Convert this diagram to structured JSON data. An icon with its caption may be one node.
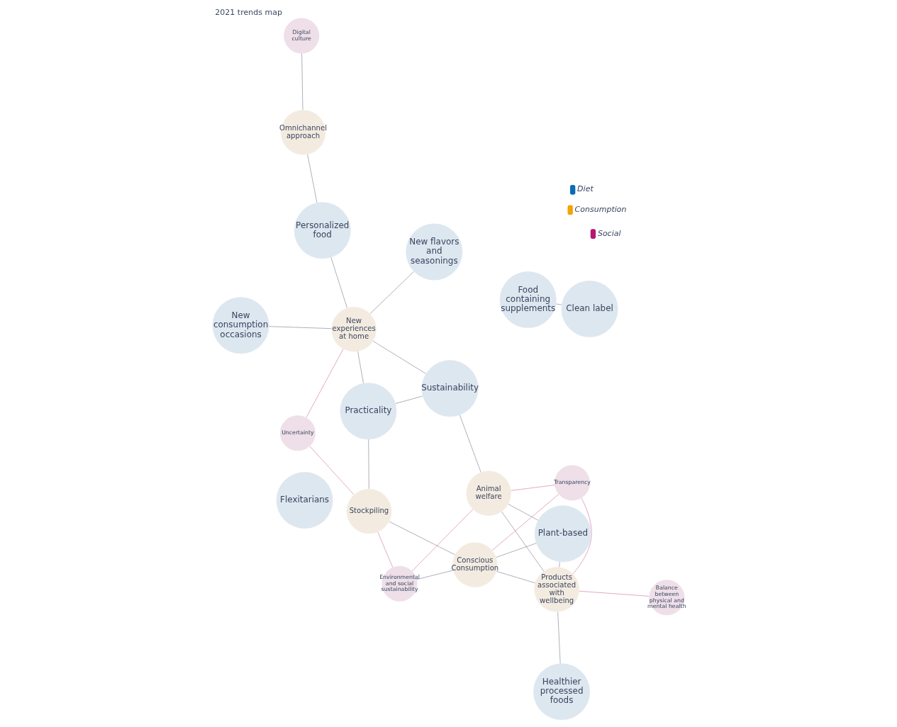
{
  "diagram": {
    "title": "2021 trends map",
    "nodes": [
      {
        "text": [
          "Food containing supplements"
        ]
      },
      {
        "text": [
          "Practicality"
        ]
      },
      {
        "text": [
          "Flexitarians"
        ]
      },
      {
        "text": [
          "New flavors and seasonings"
        ]
      },
      {
        "text": [
          "Healthier processed foods"
        ]
      },
      {
        "text": [
          "New consumption occasions"
        ]
      },
      {
        "text": [
          "Plant-based"
        ]
      },
      {
        "text": [
          "Personalized food"
        ]
      },
      {
        "text": [
          "Clean label"
        ]
      },
      {
        "text": [
          "Sustainability"
        ]
      },
      {
        "text": [
          "Conscious Consumption"
        ]
      },
      {
        "text": [
          "New experiences at home"
        ]
      },
      {
        "text": [
          "Products associated with wellbeing"
        ]
      },
      {
        "text": [
          "Environmental and social sustainability"
        ]
      },
      {
        "text": [
          "Uncertainty"
        ]
      },
      {
        "text": [
          "Balance between physical and mental health"
        ]
      },
      {
        "text": [
          "Digital culture"
        ]
      },
      {
        "text": [
          "Transparency"
        ]
      },
      {
        "text": [
          "Stockpiling"
        ]
      },
      {
        "text": [
          "Animal welfare"
        ]
      },
      {
        "text": [
          "Omnichannel approach"
        ]
      }
    ],
    "edges": [
      {
        "from": 1,
        "to": 11,
        "arrow": "none"
      },
      {
        "from": 1,
        "to": 18,
        "arrow": "none"
      },
      {
        "from": 1,
        "to": 9,
        "arrow": "none"
      },
      {
        "from": 3,
        "to": 11,
        "arrow": "none"
      },
      {
        "from": 5,
        "to": 11,
        "arrow": "none"
      },
      {
        "from": 11,
        "to": 7,
        "arrow": "none"
      },
      {
        "from": 11,
        "to": 9,
        "arrow": "none"
      },
      {
        "from": 10,
        "to": 18,
        "arrow": "none"
      },
      {
        "from": 10,
        "to": 13,
        "arrow": "none"
      },
      {
        "from": 10,
        "to": 12,
        "arrow": "none"
      },
      {
        "from": 10,
        "to": 6,
        "arrow": "none"
      },
      {
        "from": 10,
        "to": 17,
        "arrow": "none",
        "color": "#d77fae"
      },
      {
        "from": 0,
        "to": 8,
        "arrow": "none"
      },
      {
        "from": 13,
        "to": 18,
        "arrow": "none",
        "color": "#d77fae"
      },
      {
        "from": 13,
        "to": 19,
        "arrow": "none",
        "color": "#d77fae"
      },
      {
        "from": 14,
        "to": 11,
        "arrow": "none",
        "color": "#d77fae"
      },
      {
        "from": 14,
        "to": 18,
        "arrow": "none",
        "color": "#d77fae"
      },
      {
        "from": 15,
        "to": 12,
        "arrow": "none",
        "color": "#d77fae"
      },
      {
        "from": 17,
        "to": 12,
        "arrow": "none",
        "color": "#d77fae"
      },
      {
        "from": 17,
        "to": 19,
        "arrow": "none",
        "color": "#d77fae"
      },
      {
        "from": 16,
        "to": 20,
        "arrow": "none"
      },
      {
        "from": 20,
        "to": 7,
        "arrow": "none"
      },
      {
        "from": 19,
        "to": 9,
        "arrow": "none"
      },
      {
        "from": 19,
        "to": 6,
        "arrow": "none"
      },
      {
        "from": 12,
        "to": 4,
        "arrow": "none"
      },
      {
        "from": 12,
        "to": 6,
        "arrow": "none"
      },
      {
        "from": 12,
        "to": 19,
        "arrow": "none"
      }
    ],
    "legend": [
      {
        "text": "Diet",
        "color": "#0a6db3"
      },
      {
        "text": "Consumption",
        "color": "#f5a300"
      },
      {
        "text": "Social",
        "color": "#b5166f"
      }
    ]
  }
}
